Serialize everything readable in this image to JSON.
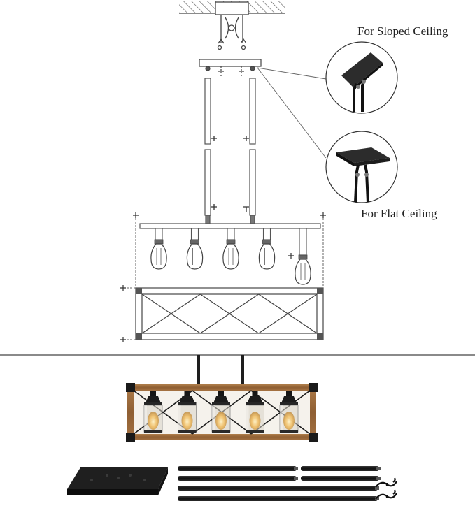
{
  "diagram": {
    "captions": {
      "sloped_ceiling": "For Sloped Ceiling",
      "flat_ceiling": "For Flat Ceiling"
    },
    "bulb_count": 5,
    "lamp_count": 5,
    "rod_count": 6,
    "colors": {
      "line": "#555555",
      "metal": "#1c1c1c",
      "wood": "#9a6a3c",
      "wood_dark": "#6b4526",
      "glass": "#d9d4c8",
      "bulb_glow": "#f3c46a"
    }
  }
}
